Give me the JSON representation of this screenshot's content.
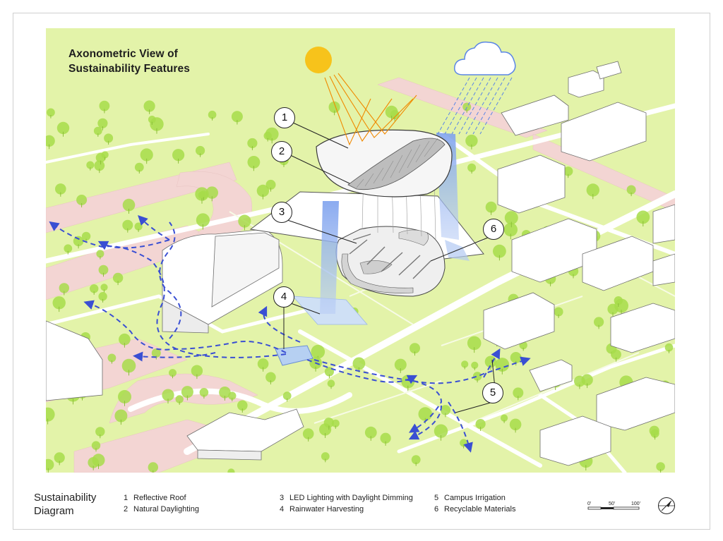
{
  "map_title": [
    "Axonometric View of",
    "Sustainability Features"
  ],
  "callouts": [
    "1",
    "2",
    "3",
    "4",
    "5",
    "6"
  ],
  "legend": {
    "title": [
      "Sustainability",
      "Diagram"
    ],
    "items": [
      {
        "num": "1",
        "label": "Reflective Roof"
      },
      {
        "num": "2",
        "label": "Natural Daylighting"
      },
      {
        "num": "3",
        "label": "LED Lighting with Daylight Dimming"
      },
      {
        "num": "4",
        "label": "Rainwater Harvesting"
      },
      {
        "num": "5",
        "label": "Campus Irrigation"
      },
      {
        "num": "6",
        "label": "Recyclable Materials"
      }
    ]
  },
  "scale_bar": {
    "labels": [
      "0'",
      "50'",
      "100'"
    ]
  },
  "icons": {
    "sun": "sun-icon",
    "cloud": "rain-cloud-icon",
    "north": "north-arrow-icon"
  },
  "colors": {
    "ground": "#e3f3a9",
    "path": "#f2d4d2",
    "tree": "#a7dc4a",
    "sun": "#f7c31b",
    "sun_rays": "#f08a00",
    "rain": "#5a86e6",
    "irrigation": "#2a3fd0",
    "building": "#ffffff"
  }
}
